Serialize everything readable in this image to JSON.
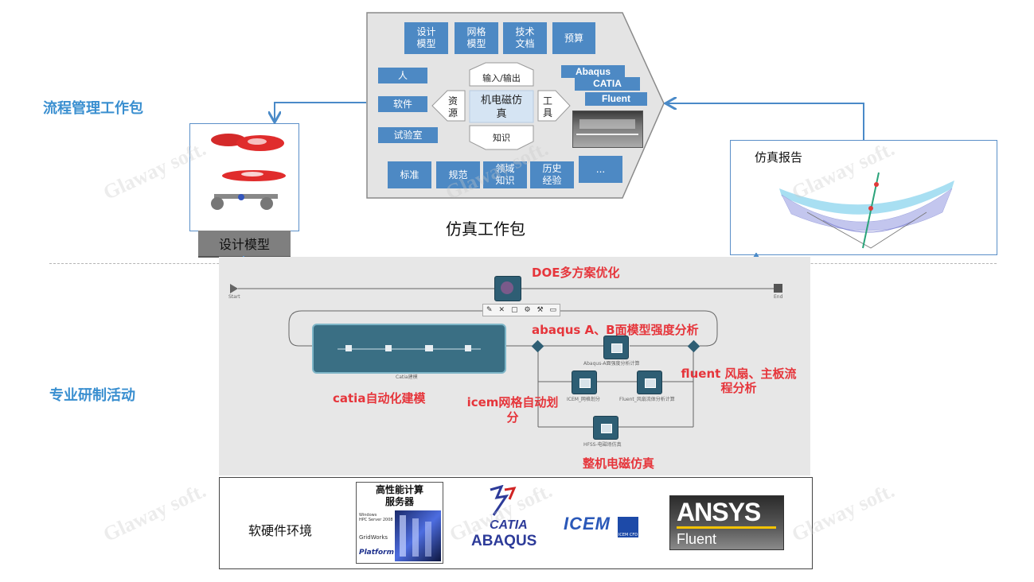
{
  "left_labels": {
    "process_mgmt": "流程管理工作包",
    "activities": "专业研制活动"
  },
  "top_package": {
    "top_boxes": [
      "设计\n模型",
      "网格\n模型",
      "技术\n文档",
      "预算"
    ],
    "left_boxes": [
      "人",
      "软件",
      "试验室"
    ],
    "bottom_boxes": [
      "标准",
      "规范",
      "领域\n知识",
      "历史\n经验",
      "..."
    ],
    "io_label": "输入/输出",
    "center_label": "机电磁仿\n真",
    "knowledge_label": "知识",
    "resource_label": "资\n源",
    "tool_label": "工\n具",
    "tool_boxes": [
      "Abaqus",
      "CATIA",
      "Fluent"
    ],
    "caption": "仿真工作包"
  },
  "design_model": {
    "label": "设计模型"
  },
  "report": {
    "label": "仿真报告"
  },
  "workflow": {
    "doe_label": "DOE多方案优化",
    "abaqus_label": "abaqus A、B面模型强度分析",
    "fluent_label": "fluent 风扇、主板流\n程分析",
    "catia_label": "catia自动化建模",
    "icem_label": "icem网格自动划\n分",
    "em_label": "整机电磁仿真",
    "start_tiny": "Start",
    "end_tiny": "End",
    "catia_tiny": "Catia建模",
    "abaqus_tiny": "Abaqus-A面强度分析计算",
    "icem_tiny": "ICEM_网格划分",
    "fluent_tiny": "Fluent_风扇流体分析计算",
    "hfss_tiny": "HFSS-电磁场仿真"
  },
  "env": {
    "label": "软硬件环境",
    "hpc_title": "高性能计算\n服务器",
    "hpc_side": [
      "Windows\nHPC Server 2008",
      "GridWorks",
      "Platform"
    ],
    "catia_logo": "CATIA",
    "abaqus_logo": "ABAQUS",
    "icem_logo": "ICEM",
    "icem_sub": "ICEM CFD",
    "ansys_logo": "ANSYS",
    "fluent_logo": "Fluent"
  },
  "watermark": {
    "text": "Glaway soft."
  },
  "colors": {
    "accent_blue": "#4d89c4",
    "title_blue": "#3a8fd0",
    "red": "#e6353b",
    "node_teal": "#2e5e74",
    "panel_gray": "#e7e7e7"
  }
}
